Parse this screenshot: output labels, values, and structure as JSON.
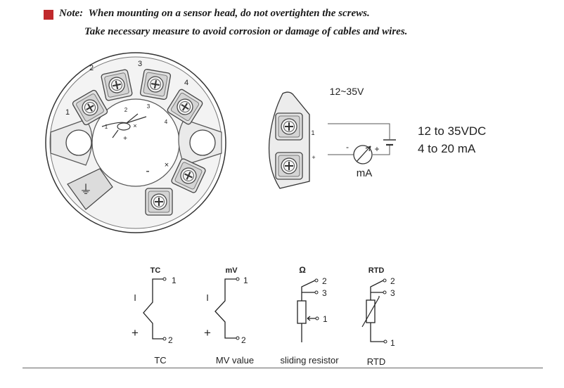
{
  "note": {
    "prefix": "Note",
    "colon": ":",
    "line1": "When mounting on a sensor head, do not overtighten the screws.",
    "line2": "Take necessary measure to avoid corrosion or damage of cables and wires.",
    "accent_color": "#c0292c"
  },
  "head": {
    "terminal_numbers": [
      "1",
      "2",
      "3",
      "4"
    ],
    "inner_numbers": [
      "1",
      "2",
      "3",
      "4"
    ],
    "signs": [
      "-",
      "+",
      "×",
      "×"
    ]
  },
  "wiring": {
    "supply_label": "12~35V",
    "terminal_labels": [
      "1",
      "+"
    ],
    "meter_minus": "-",
    "meter_plus": "+",
    "meter_unit": "mA",
    "spec_voltage": "12 to 35VDC",
    "spec_current": "4 to 20 mA"
  },
  "inputs": [
    {
      "symbol": "TC",
      "caption": "TC",
      "pins": [
        "1",
        "2"
      ],
      "signs": [
        "I",
        "+"
      ]
    },
    {
      "symbol": "mV",
      "caption": "MV value",
      "pins": [
        "1",
        "2"
      ],
      "signs": [
        "I",
        "+"
      ]
    },
    {
      "symbol": "Ω",
      "caption": "sliding resistor",
      "pins": [
        "2",
        "3",
        "1"
      ]
    },
    {
      "symbol": "RTD",
      "caption": "RTD",
      "pins": [
        "2",
        "3",
        "1"
      ]
    }
  ]
}
